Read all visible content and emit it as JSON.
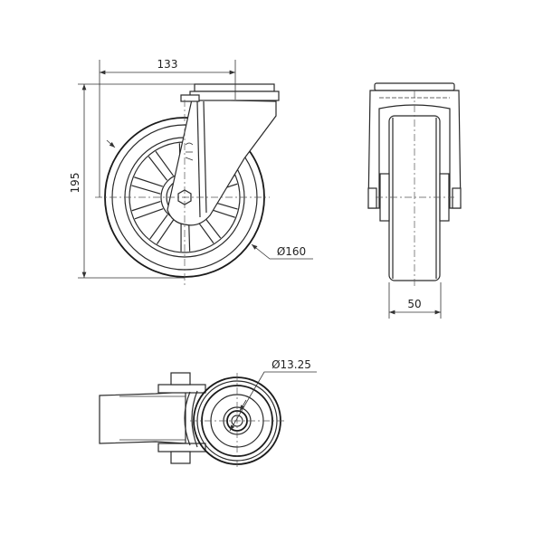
{
  "drawing": {
    "front_view": {
      "width_dimension": "133",
      "height_dimension": "195",
      "wheel_diameter": "Ø160"
    },
    "side_view": {
      "wheel_width": "50"
    },
    "top_view": {
      "bore_diameter": "Ø13.25"
    }
  }
}
